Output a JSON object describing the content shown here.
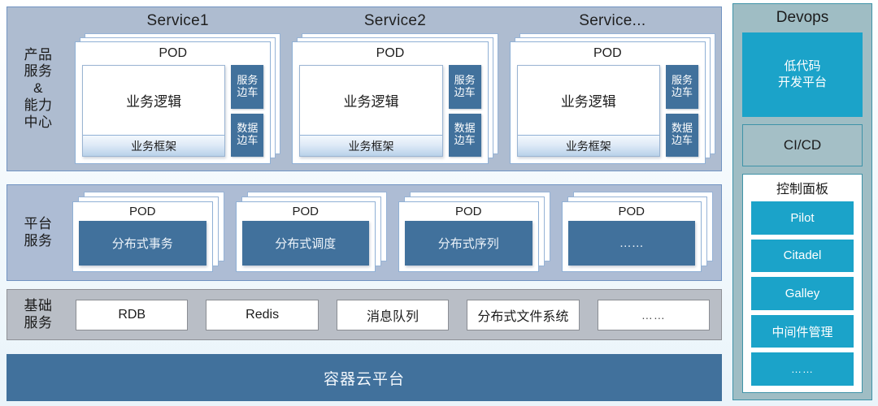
{
  "layers": [
    {
      "label_lines": [
        "产品",
        "服务",
        "&",
        "能力",
        "中心"
      ],
      "services": [
        {
          "title": "Service1",
          "pod_title": "POD",
          "biz_logic": "业务逻辑",
          "biz_frame": "业务框架",
          "sidecars": [
            {
              "line1": "服务",
              "line2": "边车"
            },
            {
              "line1": "数据",
              "line2": "边车"
            }
          ]
        },
        {
          "title": "Service2",
          "pod_title": "POD",
          "biz_logic": "业务逻辑",
          "biz_frame": "业务框架",
          "sidecars": [
            {
              "line1": "服务",
              "line2": "边车"
            },
            {
              "line1": "数据",
              "line2": "边车"
            }
          ]
        },
        {
          "title": "Service...",
          "pod_title": "POD",
          "biz_logic": "业务逻辑",
          "biz_frame": "业务框架",
          "sidecars": [
            {
              "line1": "服务",
              "line2": "边车"
            },
            {
              "line1": "数据",
              "line2": "边车"
            }
          ]
        }
      ]
    },
    {
      "label_lines": [
        "平台",
        "服务"
      ],
      "pods": [
        {
          "title": "POD",
          "name": "分布式事务"
        },
        {
          "title": "POD",
          "name": "分布式调度"
        },
        {
          "title": "POD",
          "name": "分布式序列"
        },
        {
          "title": "POD",
          "name": "……"
        }
      ]
    },
    {
      "label_lines": [
        "基础",
        "服务"
      ],
      "items": [
        "RDB",
        "Redis",
        "消息队列",
        "分布式文件系统",
        "……"
      ]
    }
  ],
  "cloud_bar": {
    "label": "容器云平台"
  },
  "devops": {
    "title": "Devops",
    "lowcode": {
      "line1": "低代码",
      "line2": "开发平台"
    },
    "cicd": "CI/CD",
    "control_panel": {
      "title": "控制面板",
      "items": [
        "Pilot",
        "Citadel",
        "Galley",
        "中间件管理",
        "……"
      ]
    }
  },
  "colors": {
    "accent_cyan": "#1ba3c9",
    "steel_blue": "#41719c",
    "layer_blue_gray": "#aebcd0",
    "layer_gray": "#b9bec6",
    "devops_panel": "#9fbdc4",
    "devops_border": "#3f93a8",
    "card_border": "#8fb0d5"
  }
}
